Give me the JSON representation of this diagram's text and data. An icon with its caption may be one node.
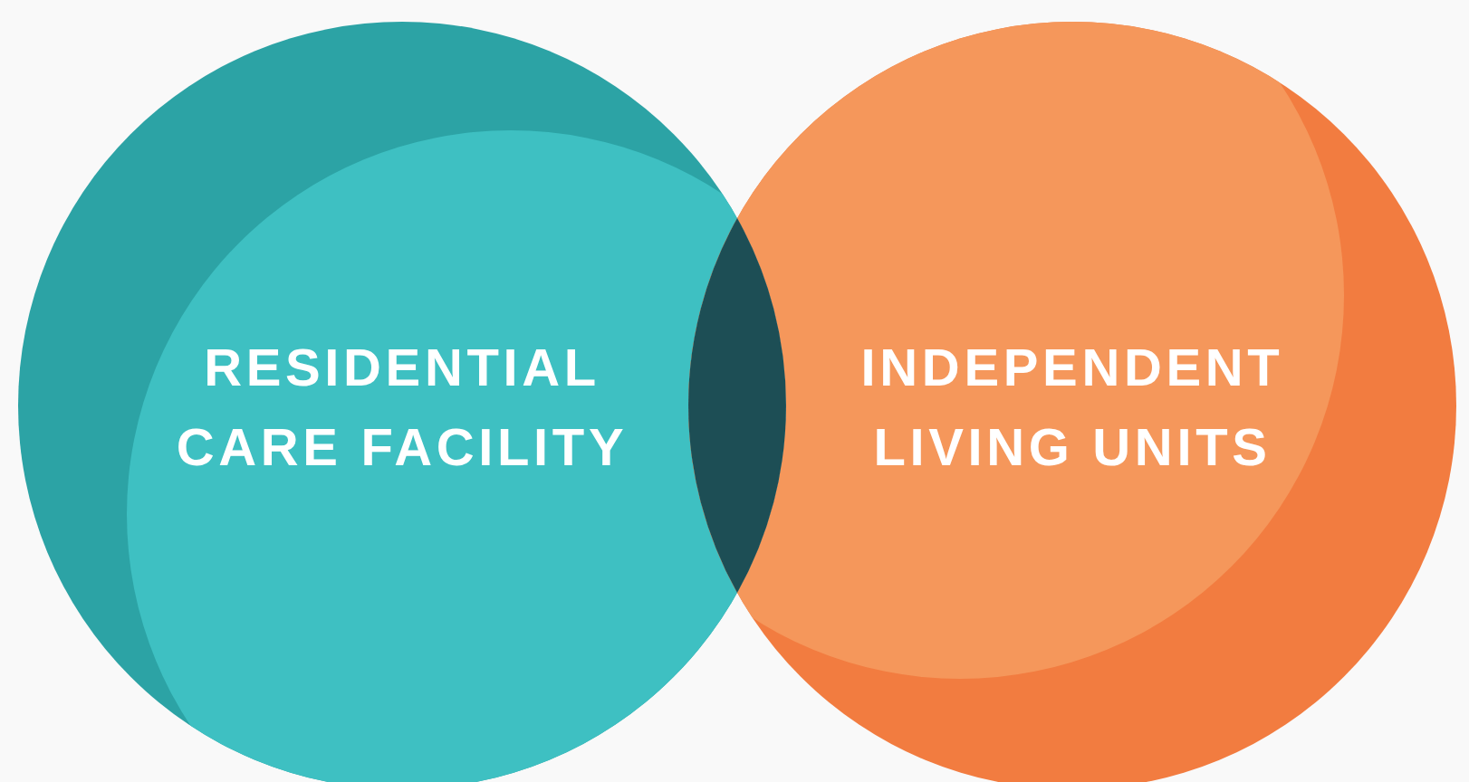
{
  "diagram": {
    "nodes": [
      {
        "text": [
          "RESIDENTIAL CARE FACILITY"
        ]
      },
      {
        "text": [
          "INDEPENDENT LIVING UNITS"
        ]
      },
      {
        "text": [],
        "shape": "lens"
      }
    ]
  }
}
